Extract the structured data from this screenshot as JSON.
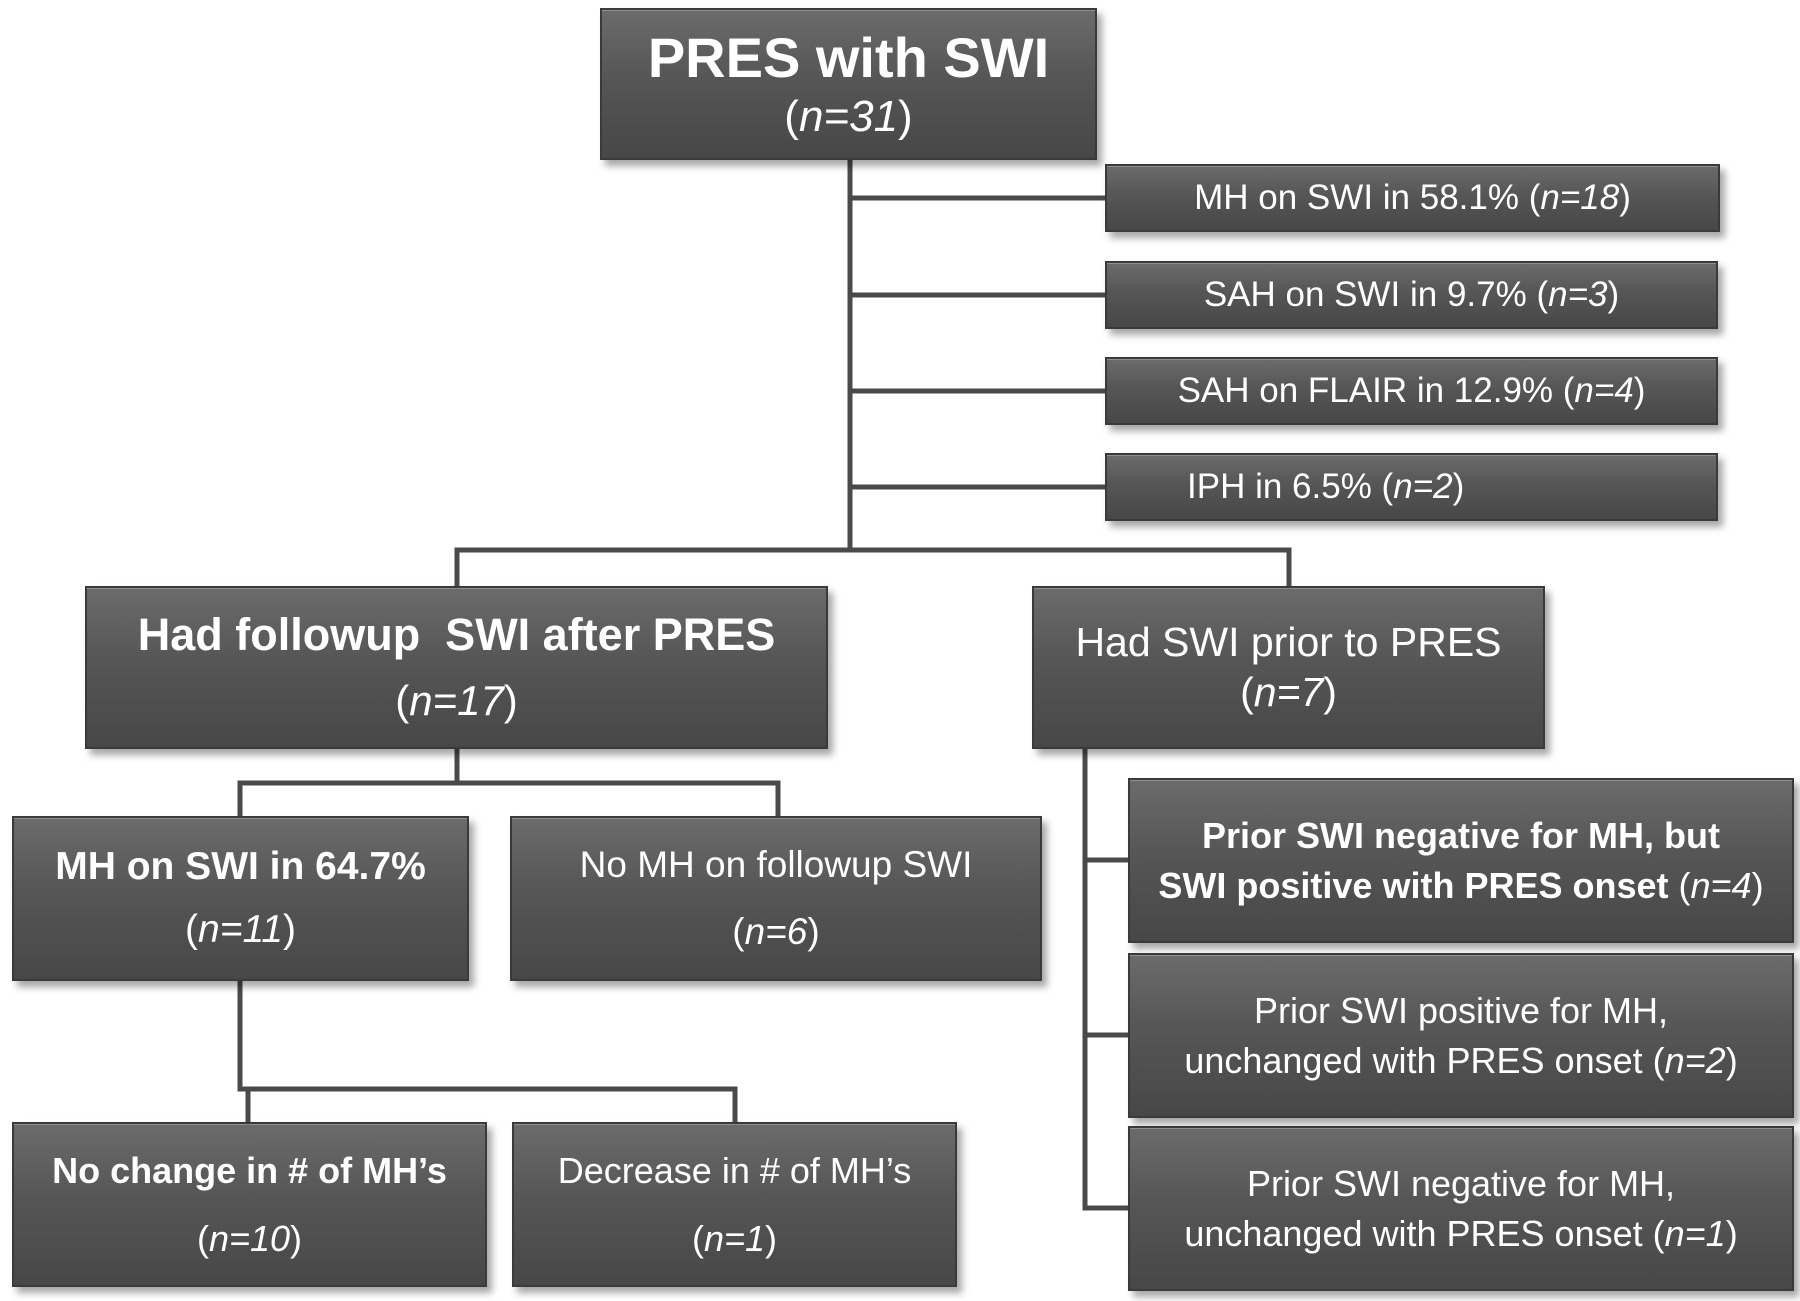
{
  "root": {
    "title": "PRES with SWI",
    "count_open": "(",
    "count": "n=31",
    "count_close": ")"
  },
  "findings": [
    {
      "prefix": "MH on SWI in 58.1% (",
      "count": "n=18",
      "suffix": ")"
    },
    {
      "prefix": "SAH on SWI in 9.7% (",
      "count": "n=3",
      "suffix": ")"
    },
    {
      "prefix": "SAH on FLAIR in 12.9% (",
      "count": "n=4",
      "suffix": ")"
    },
    {
      "prefix": "IPH in 6.5% (",
      "count": "n=2",
      "suffix": ")"
    }
  ],
  "followup": {
    "title": "Had followup  SWI after PRES",
    "count_open": "(",
    "count": "n=17",
    "count_close": ")"
  },
  "prior": {
    "title": "Had SWI prior to PRES",
    "count_open": "(",
    "count": "n=7",
    "count_close": ")"
  },
  "mh_positive": {
    "title": "MH on SWI in 64.7%",
    "count_open": "(",
    "count": "n=11",
    "count_close": ")"
  },
  "no_mh": {
    "title": "No MH on followup SWI",
    "count_open": "(",
    "count": "n=6",
    "count_close": ")"
  },
  "no_change": {
    "title": "No change in # of MH’s",
    "count_open": "(",
    "count": "n=10",
    "count_close": ")"
  },
  "decrease": {
    "title": "Decrease in # of MH’s",
    "count_open": "(",
    "count": "n=1",
    "count_close": ")"
  },
  "prior_outcomes": [
    {
      "line1": "Prior SWI negative for MH, but",
      "line2": "SWI positive with PRES onset",
      "count_open": " (",
      "count": "n=4",
      "count_close": ")"
    },
    {
      "line1": "Prior SWI positive for MH,",
      "line2": "unchanged with PRES onset",
      "count_open": " (",
      "count": "n=2",
      "count_close": ")"
    },
    {
      "line1": "Prior SWI negative for MH,",
      "line2": "unchanged with PRES onset",
      "count_open": " (",
      "count": "n=1",
      "count_close": ")"
    }
  ],
  "colors": {
    "box_fill": "#555555",
    "box_text": "#ffffff",
    "connector": "#4a4a4a"
  }
}
